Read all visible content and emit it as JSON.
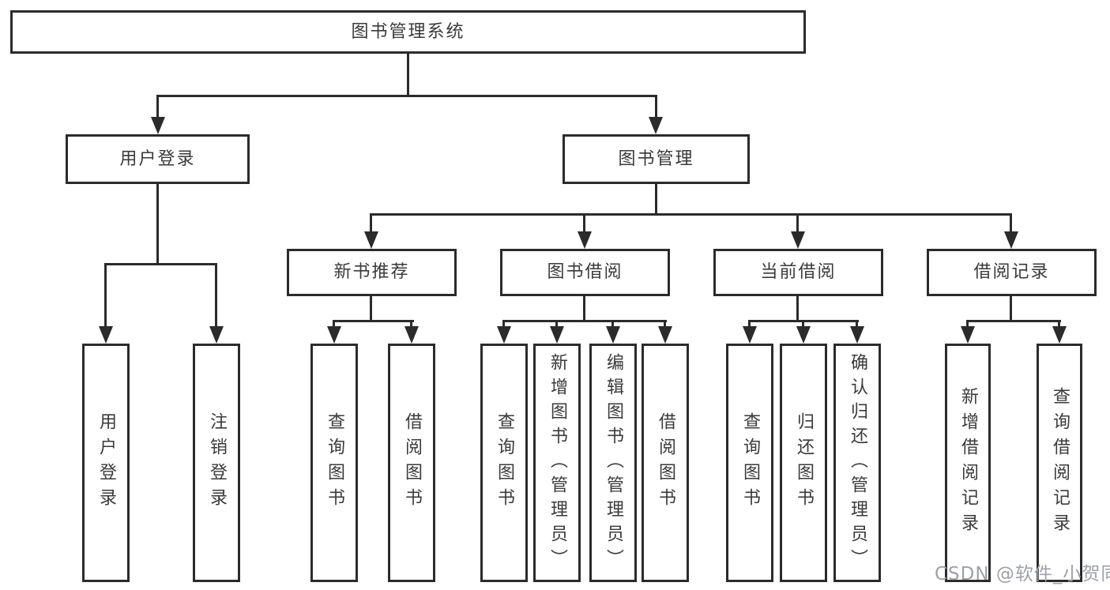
{
  "colors": {
    "background": "#ffffff",
    "line": "#2b2b2b",
    "box_border": "#2b2b2b",
    "box_fill": "#ffffff",
    "text": "#3a3a3a",
    "watermark": "#9ea1a6"
  },
  "watermark": {
    "text": "CSDN @软件_小贺同学"
  },
  "tree": {
    "label": "图书管理系统",
    "children": [
      {
        "label": "用户登录",
        "children": [
          {
            "label": "用户登录"
          },
          {
            "label": "注销登录"
          }
        ]
      },
      {
        "label": "图书管理",
        "children": [
          {
            "label": "新书推荐",
            "children": [
              {
                "label": "查询图书"
              },
              {
                "label": "借阅图书"
              }
            ]
          },
          {
            "label": "图书借阅",
            "children": [
              {
                "label": "查询图书"
              },
              {
                "label": "新增图书（管理员）"
              },
              {
                "label": "编辑图书（管理员）"
              },
              {
                "label": "借阅图书"
              }
            ]
          },
          {
            "label": "当前借阅",
            "children": [
              {
                "label": "查询图书"
              },
              {
                "label": "归还图书"
              },
              {
                "label": "确认归还（管理员）"
              }
            ]
          },
          {
            "label": "借阅记录",
            "children": [
              {
                "label": "新增借阅记录"
              },
              {
                "label": "查询借阅记录"
              }
            ]
          }
        ]
      }
    ]
  }
}
